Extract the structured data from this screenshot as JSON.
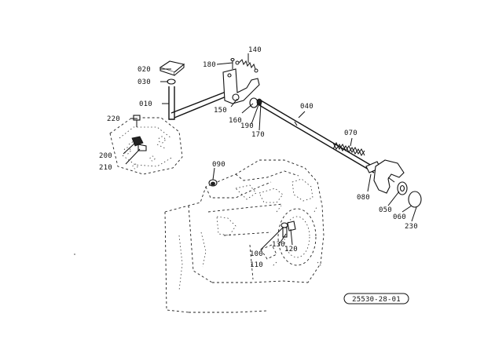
{
  "labels": {
    "p010": "010",
    "p020": "020",
    "p030": "030",
    "p040": "040",
    "p050": "050",
    "p060": "060",
    "p070": "070",
    "p080": "080",
    "p090": "090",
    "p100": "100",
    "p110": "110",
    "p120": "120",
    "p130": "130",
    "p140": "140",
    "p150": "150",
    "p160": "160",
    "p170": "170",
    "p180": "180",
    "p190": "190",
    "p200": "200",
    "p210": "210",
    "p220": "220",
    "p230": "230"
  },
  "drawing_code": "25530-28-01"
}
